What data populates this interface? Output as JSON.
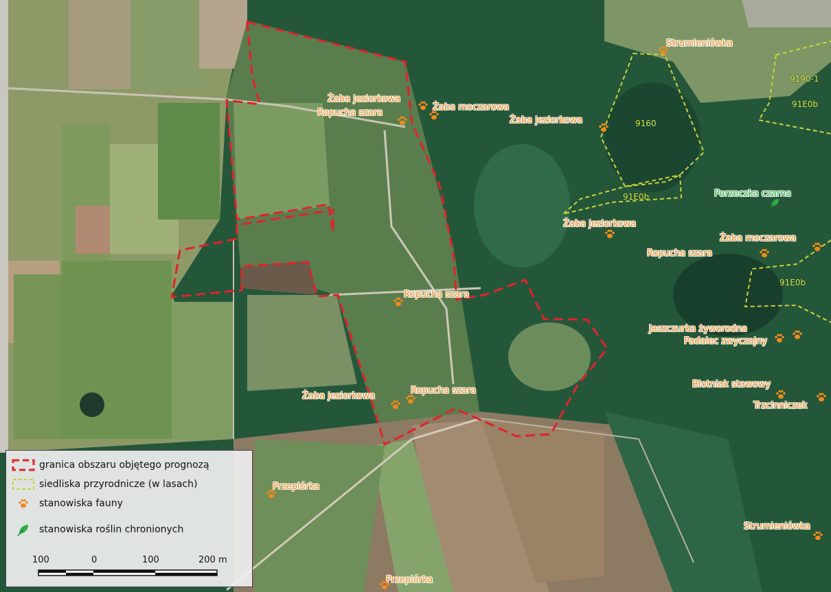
{
  "colors": {
    "boundary": "#e0232a",
    "habitat": "#c8d43a",
    "fauna": "#f28a1c",
    "plant": "#2fb043"
  },
  "fauna_labels": [
    {
      "text": "Strumieniówka"
    },
    {
      "text": "Żaba jeziorkowa"
    },
    {
      "text": "Żaba moczarowa"
    },
    {
      "text": "Ropucha szara"
    },
    {
      "text": "Żaba jeziorkowa"
    },
    {
      "text": "Żaba jeziorkowa"
    },
    {
      "text": "Żaba moczarowa"
    },
    {
      "text": "Ropucha szara"
    },
    {
      "text": "Ropucha szara"
    },
    {
      "text": "Jaszczurka żyworodna"
    },
    {
      "text": "Padalec zwyczajny"
    },
    {
      "text": "Błotniak stawowy"
    },
    {
      "text": "Trzcinniczek"
    },
    {
      "text": "Żaba jeziorkowa"
    },
    {
      "text": "Ropucha szara"
    },
    {
      "text": "Przepiórka"
    },
    {
      "text": "Strumieniówka"
    },
    {
      "text": "Przepiórka"
    }
  ],
  "plant_labels": [
    {
      "text": "Porzeczka czarna"
    }
  ],
  "habitat_labels": [
    {
      "text": "9190-1"
    },
    {
      "text": "91E0b"
    },
    {
      "text": "9160"
    },
    {
      "text": "91E0b"
    },
    {
      "text": "91E0b"
    }
  ],
  "legend": {
    "boundary": "granica obszaru objętego prognozą",
    "habitat": "siedliska przyrodnicze (w lasach)",
    "fauna": "stanowiska fauny",
    "plants": "stanowiska roślin chronionych",
    "scale_labels": [
      "100",
      "0",
      "100",
      "200 m"
    ]
  }
}
